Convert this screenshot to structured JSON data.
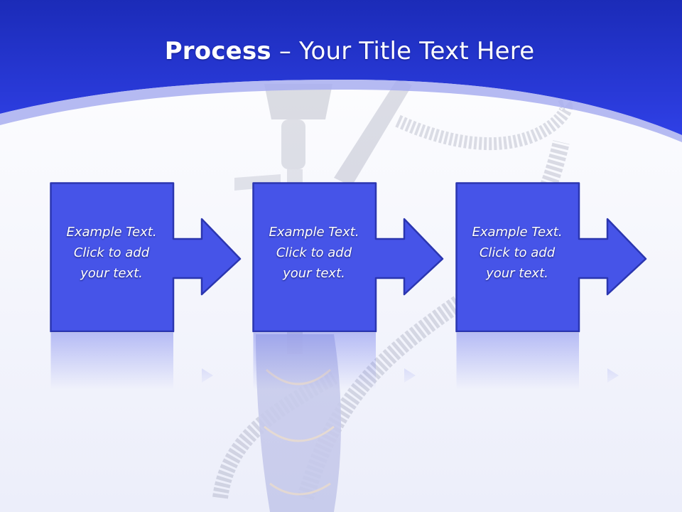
{
  "slide": {
    "title_bold": "Process",
    "title_rest": " – Your Title Text Here"
  },
  "colors": {
    "header_blue": "#2233d6",
    "box_fill": "#4654e8",
    "box_stroke": "#2b36b0",
    "background": "#f4f5fb"
  },
  "steps": [
    {
      "line1": "Example Text.",
      "line2": "Click  to add",
      "line3": "your text."
    },
    {
      "line1": "Example Text.",
      "line2": "Click  to add",
      "line3": "your text."
    },
    {
      "line1": "Example Text.",
      "line2": "Click  to add",
      "line3": "your text."
    }
  ]
}
